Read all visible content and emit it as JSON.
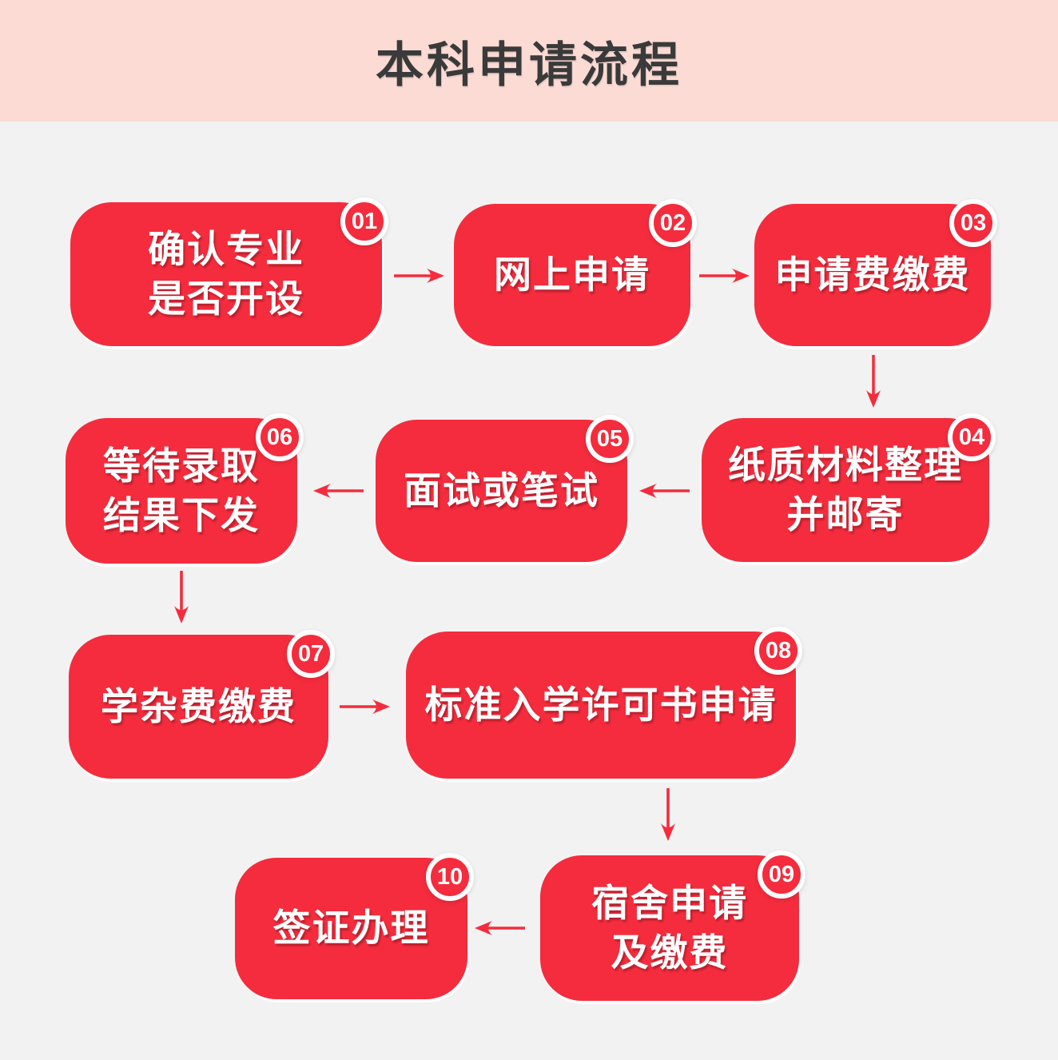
{
  "title": "本科申请流程",
  "colors": {
    "accent_red": "#F42C3D",
    "header_bg": "#FCDBD4",
    "page_bg": "#F2F2F2",
    "title_text": "#3A3A3A",
    "box_text": "#FFFFFF"
  },
  "steps": [
    {
      "num": "01",
      "label": "确认专业\n是否开设"
    },
    {
      "num": "02",
      "label": "网上申请"
    },
    {
      "num": "03",
      "label": "申请费缴费"
    },
    {
      "num": "04",
      "label": "纸质材料整理\n并邮寄"
    },
    {
      "num": "05",
      "label": "面试或笔试"
    },
    {
      "num": "06",
      "label": "等待录取\n结果下发"
    },
    {
      "num": "07",
      "label": "学杂费缴费"
    },
    {
      "num": "08",
      "label": "标准入学许可书申请"
    },
    {
      "num": "09",
      "label": "宿舍申请\n及缴费"
    },
    {
      "num": "10",
      "label": "签证办理"
    }
  ],
  "connections": [
    {
      "from": "01",
      "to": "02",
      "direction": "right"
    },
    {
      "from": "02",
      "to": "03",
      "direction": "right"
    },
    {
      "from": "03",
      "to": "04",
      "direction": "down"
    },
    {
      "from": "04",
      "to": "05",
      "direction": "left"
    },
    {
      "from": "05",
      "to": "06",
      "direction": "left"
    },
    {
      "from": "06",
      "to": "07",
      "direction": "down"
    },
    {
      "from": "07",
      "to": "08",
      "direction": "right"
    },
    {
      "from": "08",
      "to": "09",
      "direction": "down"
    },
    {
      "from": "09",
      "to": "10",
      "direction": "left"
    }
  ]
}
